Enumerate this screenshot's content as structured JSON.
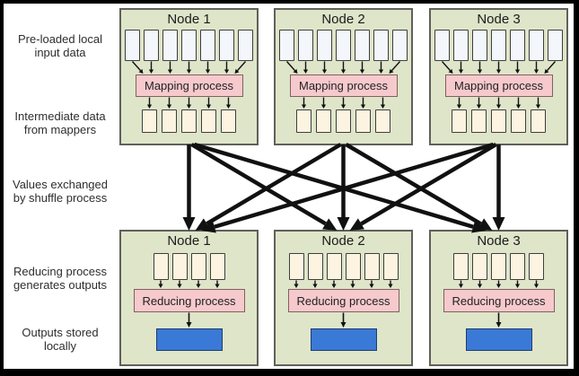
{
  "colors": {
    "frame_border": "#000000",
    "node_bg": "#dfe5c9",
    "node_border": "#60605a",
    "input_box": "#f3f7fc",
    "intermediate_box": "#fcf4e0",
    "process_box": "#f6c9cd",
    "process_border": "#80615e",
    "output_box": "#3a79d6",
    "output_border": "#1c3f70",
    "arrow": "#111111",
    "text": "#2e2e2e"
  },
  "left_labels": [
    {
      "line1": "Pre-loaded local",
      "line2": "input data"
    },
    {
      "line1": "Intermediate data",
      "line2": "from mappers"
    },
    {
      "line1": "Values exchanged",
      "line2": "by shuffle process"
    },
    {
      "line1": "Reducing process",
      "line2": "generates outputs"
    },
    {
      "line1": "Outputs stored",
      "line2": "locally"
    }
  ],
  "map_nodes": [
    {
      "title": "Node 1",
      "process_label": "Mapping process",
      "input_box_count": 7,
      "intermediate_box_count": 5
    },
    {
      "title": "Node 2",
      "process_label": "Mapping process",
      "input_box_count": 7,
      "intermediate_box_count": 5
    },
    {
      "title": "Node 3",
      "process_label": "Mapping process",
      "input_box_count": 7,
      "intermediate_box_count": 5
    }
  ],
  "reduce_nodes": [
    {
      "title": "Node 1",
      "process_label": "Reducing process",
      "input_box_count": 4
    },
    {
      "title": "Node 2",
      "process_label": "Reducing process",
      "input_box_count": 6
    },
    {
      "title": "Node 3",
      "process_label": "Reducing process",
      "input_box_count": 5
    }
  ],
  "shuffle": {
    "arrow_count": 9
  }
}
